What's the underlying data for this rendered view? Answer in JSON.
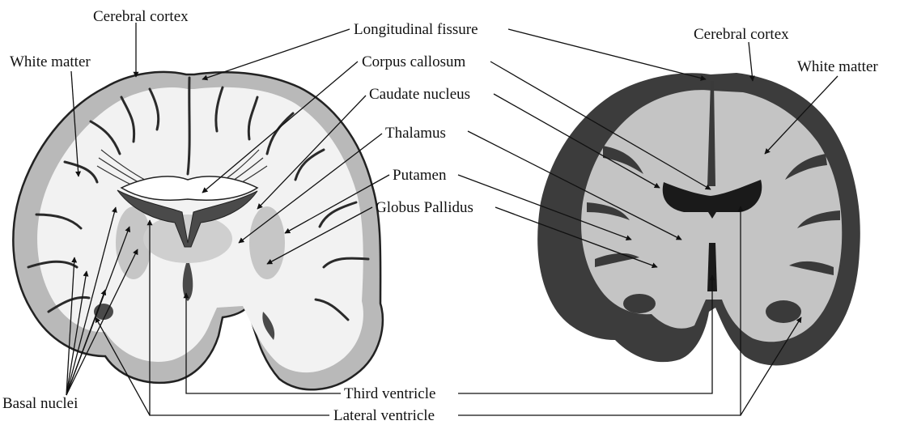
{
  "labels": {
    "cerebral_cortex_left": "Cerebral cortex",
    "white_matter_left": "White matter",
    "longitudinal_fissure": "Longitudinal fissure",
    "corpus_callosum": "Corpus callosum",
    "caudate_nucleus": "Caudate nucleus",
    "thalamus": "Thalamus",
    "putamen": "Putamen",
    "globus_pallidus": "Globus Pallidus",
    "cerebral_cortex_right": "Cerebral cortex",
    "white_matter_right": "White matter",
    "third_ventricle": "Third ventricle",
    "lateral_ventricle": "Lateral ventricle",
    "basal_nuclei": "Basal nuclei"
  },
  "colors": {
    "grey_matter": "#b9b9b9",
    "white_matter_schematic": "#f2f2f2",
    "ventricle_schematic": "#4a4a4a",
    "mri_dark": "#3c3c3c",
    "mri_light": "#c4c4c4",
    "line": "#111111"
  }
}
